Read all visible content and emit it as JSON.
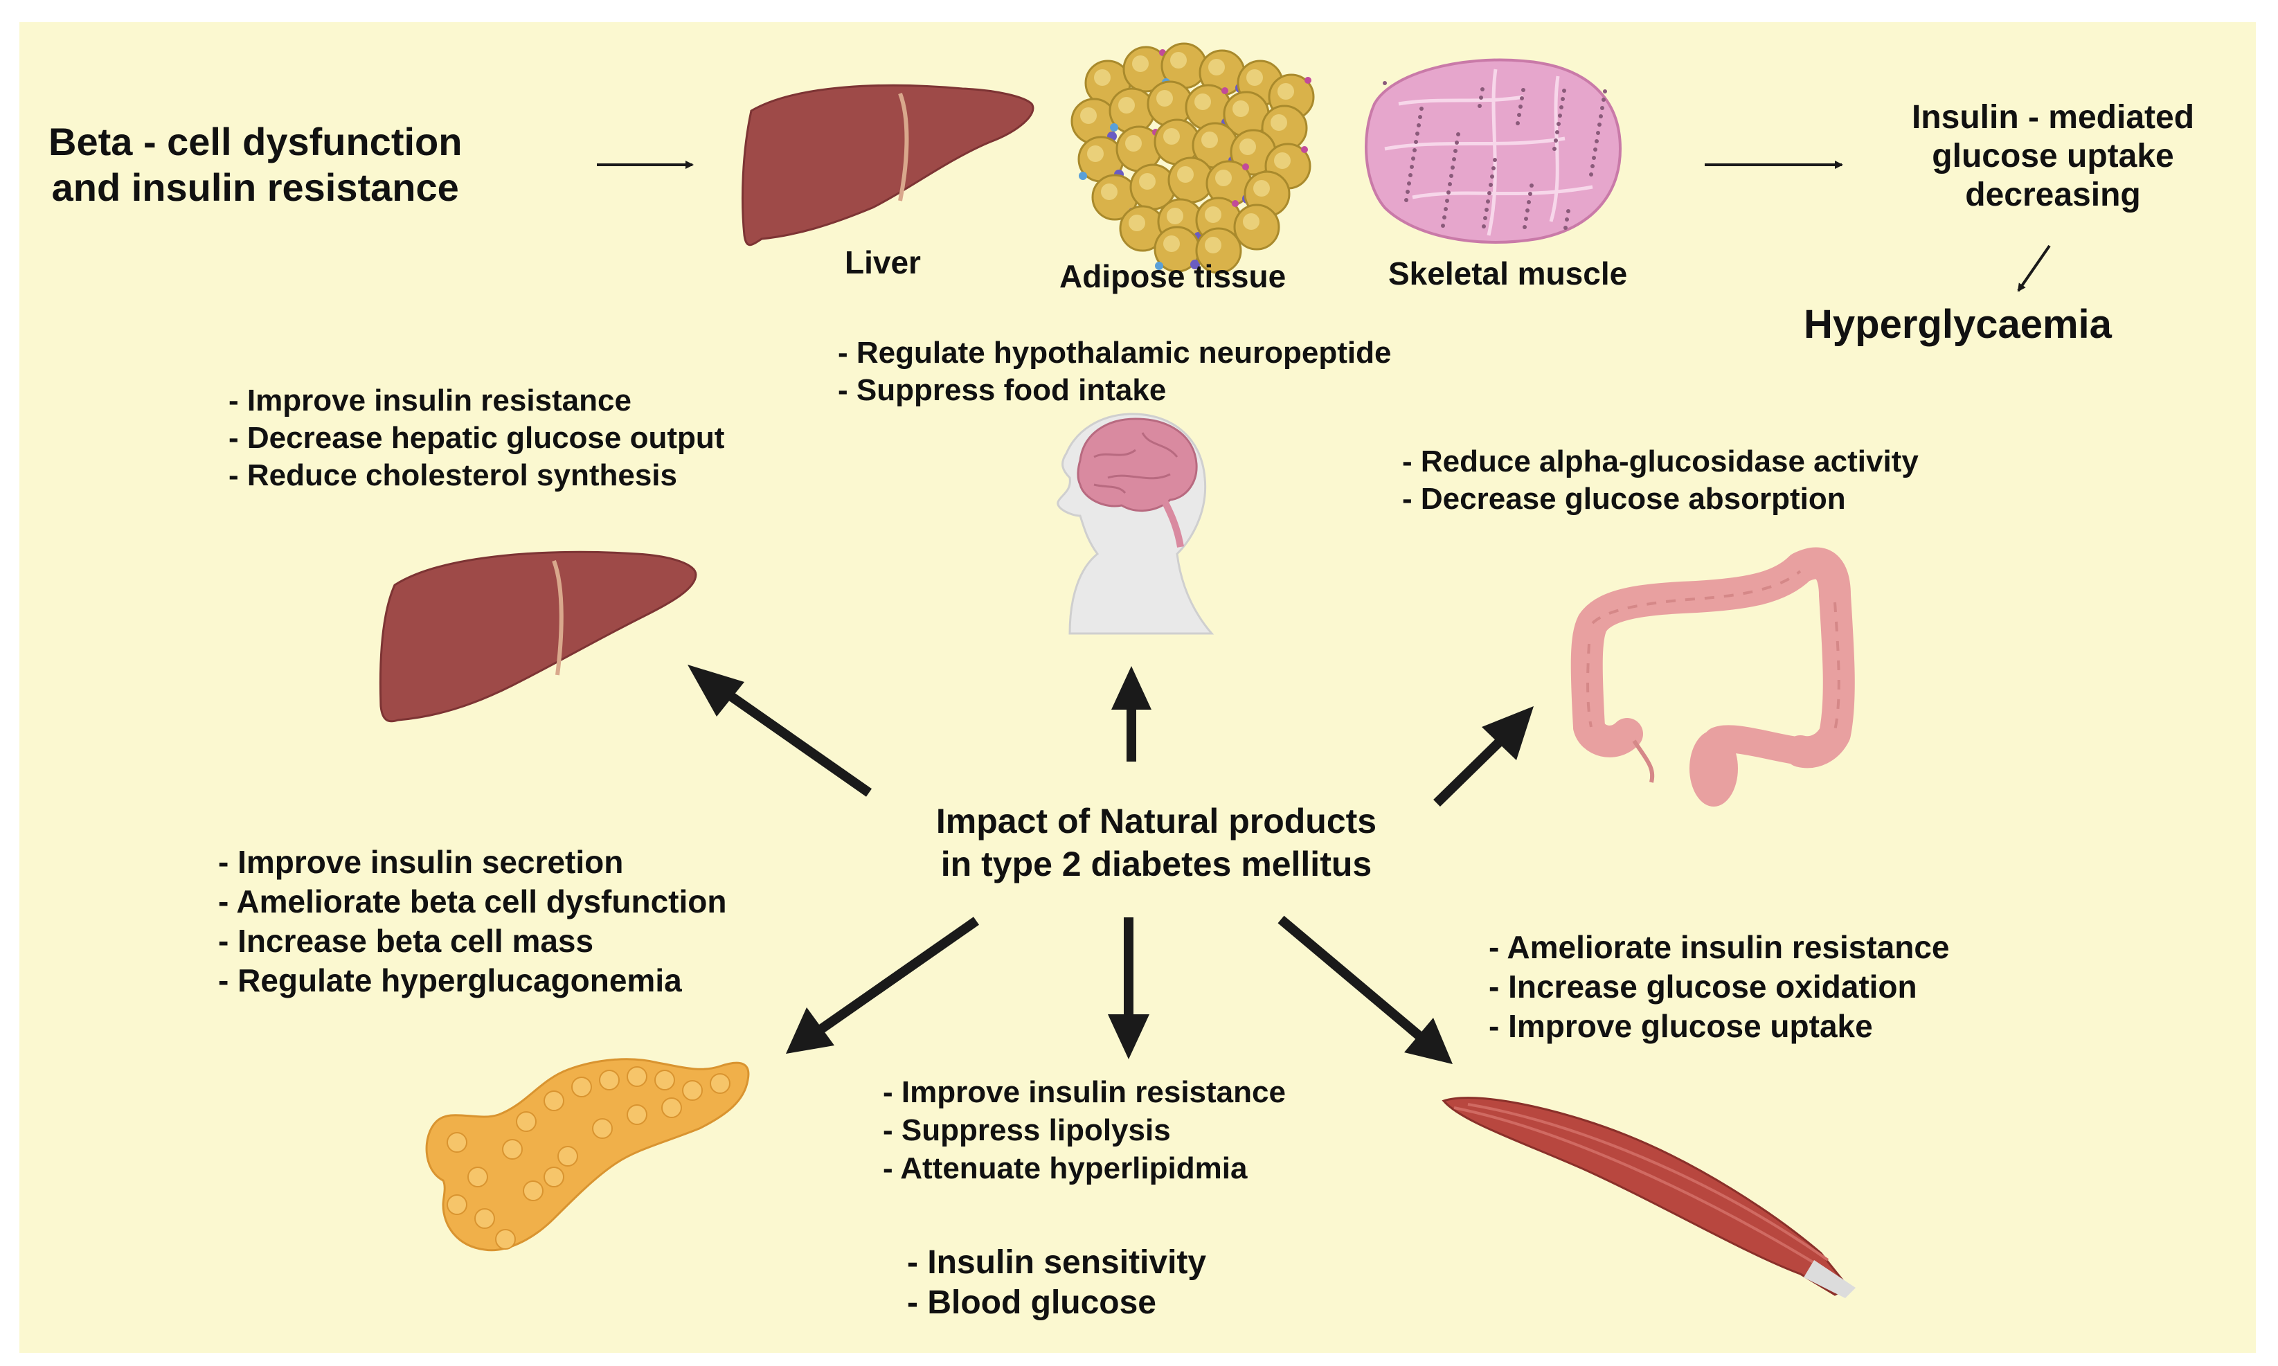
{
  "colors": {
    "background": "#fbf8d0",
    "text": "#111111",
    "arrow": "#1a1a1a",
    "liver": "#9e4a48",
    "liver_dark": "#7d3434",
    "adipose": "#d9b24a",
    "muscle_pink": "#e6a6cc",
    "pancreas": "#f0b04a",
    "intestine": "#e8a0a0",
    "brain": "#d98aa0",
    "head": "#e9e9e9",
    "muscle_red": "#b8473f"
  },
  "icons": [
    "liver-icon",
    "adipose-tissue-icon",
    "skeletal-muscle-icon",
    "brain-head-icon",
    "intestine-icon",
    "pancreas-icon",
    "muscle-fiber-icon"
  ],
  "top": {
    "cause": [
      "Beta - cell dysfunction",
      "and insulin resistance"
    ],
    "liver_label": "Liver",
    "adipose_label": "Adipose tissue",
    "muscle_label": "Skeletal muscle",
    "uptake": [
      "Insulin - mediated",
      "glucose uptake",
      "decreasing"
    ],
    "outcome": "Hyperglycaemia"
  },
  "center": [
    "Impact of Natural products",
    "in type 2 diabetes mellitus"
  ],
  "effects": {
    "brain": [
      "- Regulate hypothalamic neuropeptide",
      "- Suppress food intake"
    ],
    "liver": [
      "- Improve insulin resistance",
      "- Decrease hepatic glucose output",
      "- Reduce cholesterol synthesis"
    ],
    "intestine": [
      "- Reduce alpha-glucosidase activity",
      "- Decrease glucose absorption"
    ],
    "pancreas": [
      "- Improve insulin secretion",
      "- Ameliorate beta cell dysfunction",
      "- Increase beta cell mass",
      "- Regulate hyperglucagonemia"
    ],
    "adipose": [
      "- Improve insulin resistance",
      "- Suppress lipolysis",
      "- Attenuate hyperlipidmia"
    ],
    "muscle": [
      "- Ameliorate insulin resistance",
      "- Increase glucose oxidation",
      "- Improve glucose uptake"
    ],
    "outcomes": [
      "- Insulin sensitivity",
      "- Blood glucose"
    ]
  }
}
